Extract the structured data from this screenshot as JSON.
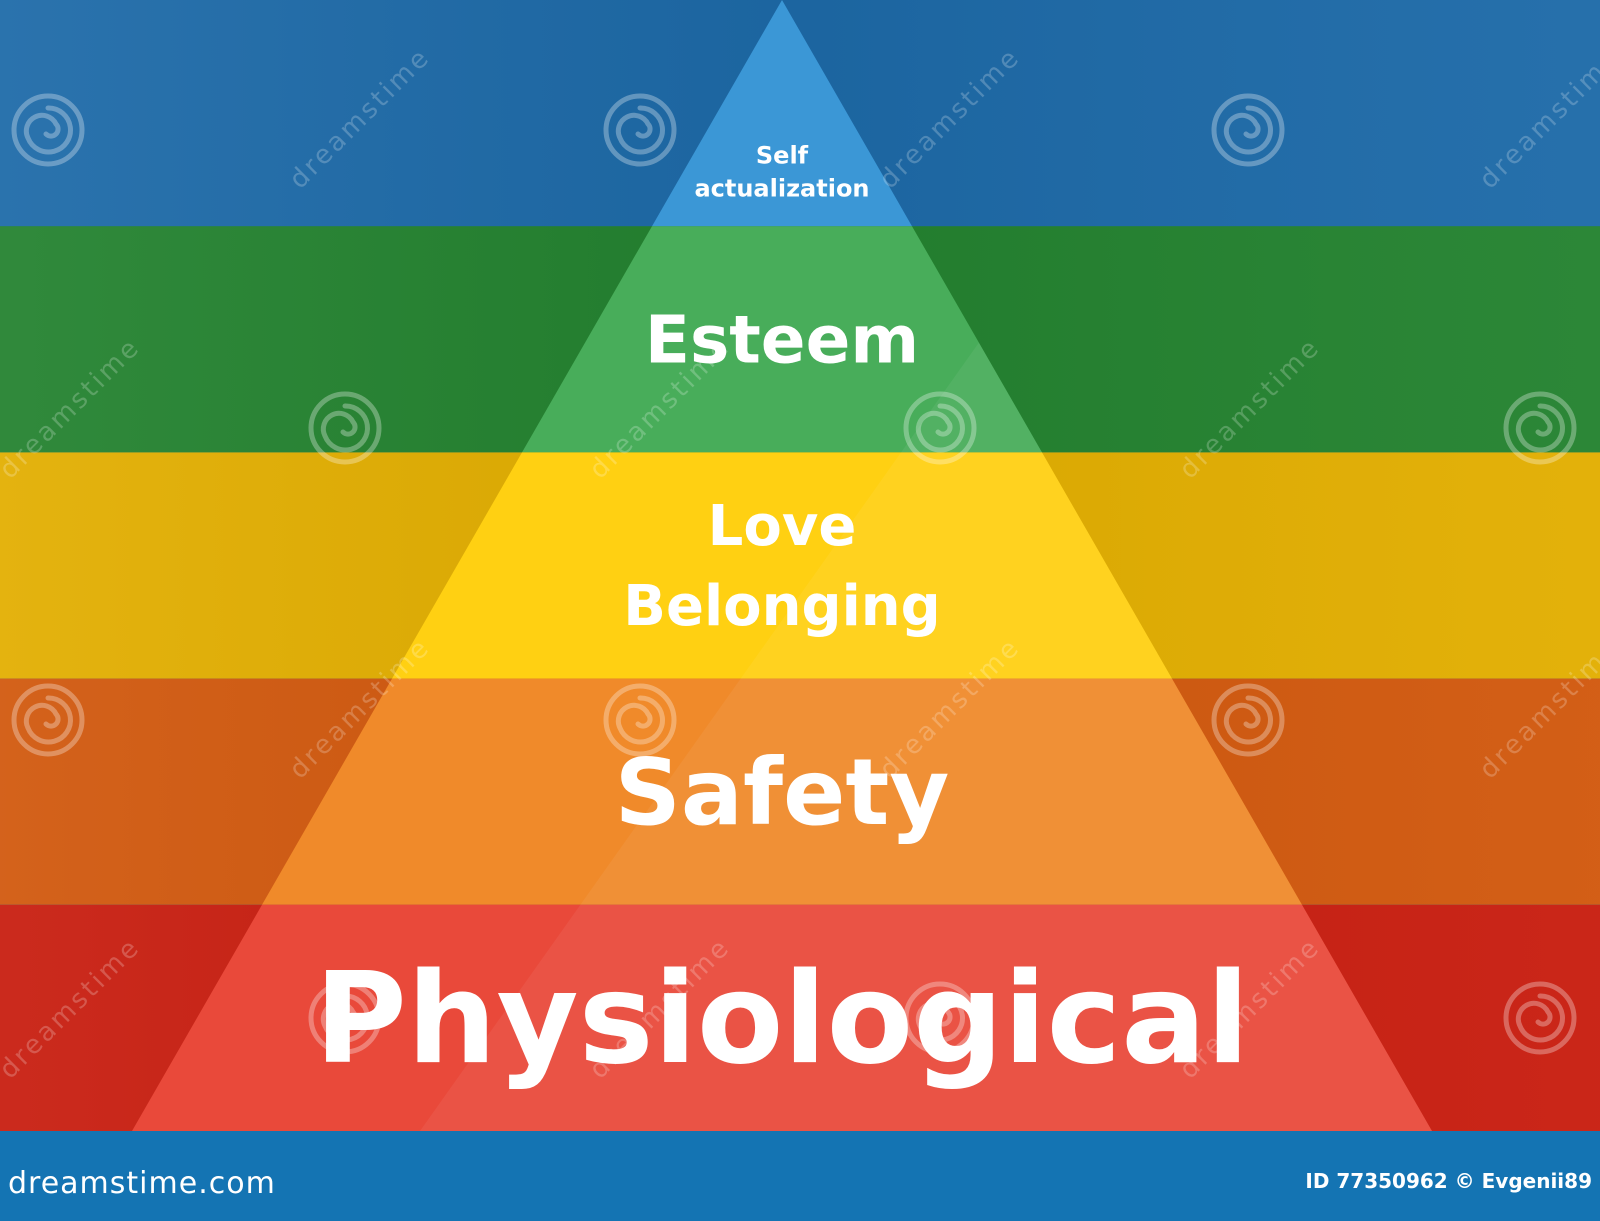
{
  "diagram": {
    "type": "hierarchy-pyramid",
    "levels": [
      {
        "lines": [
          "Self",
          "actualization"
        ],
        "band_color": "#1d6aa8",
        "pyramid_color": "#3b97d6"
      },
      {
        "lines": [
          "Esteem"
        ],
        "band_color": "#23822f",
        "pyramid_color": "#48ad5a"
      },
      {
        "lines": [
          "Love",
          "Belonging"
        ],
        "band_color": "#e2ae00",
        "pyramid_color": "#ffd012"
      },
      {
        "lines": [
          "Safety"
        ],
        "band_color": "#d1580d",
        "pyramid_color": "#f08a2a"
      },
      {
        "lines": [
          "Physiological"
        ],
        "band_color": "#c81d0f",
        "pyramid_color": "#e9493a"
      }
    ]
  },
  "watermark": {
    "text": "dreamstime",
    "icon": "spiral-logo-icon"
  },
  "footer": {
    "background": "#1474b3",
    "logo_text": "dreamstime.com",
    "credit_text": "ID 77350962 © Evgenii89"
  }
}
